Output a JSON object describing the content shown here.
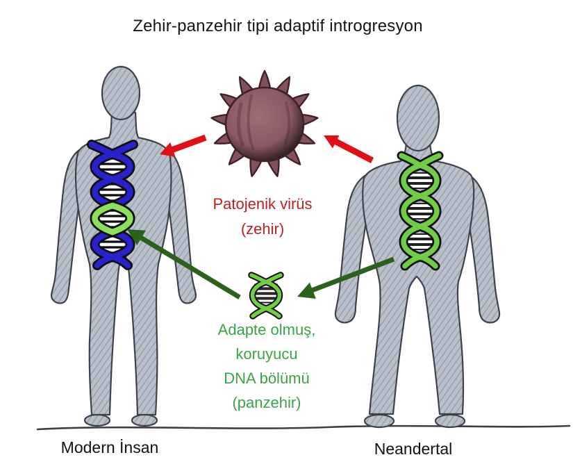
{
  "title": "Zehir-panzehir tipi adaptif introgresyon",
  "virus_label": {
    "line1": "Patojenik virüs",
    "line2": "(zehir)"
  },
  "dna_label": {
    "line1": "Adapte olmuş,",
    "line2": "koruyucu",
    "line3": "DNA bölümü",
    "line4": "(panzehir)"
  },
  "figure_labels": {
    "left": "Modern İnsan",
    "right": "Neandertal"
  },
  "icons": {
    "virus": "pathogenic-virus-icon",
    "small_dna": "protective-dna-segment-icon",
    "modern_dna": "modern-human-dna-helix-icon",
    "neandertal_dna": "neandertal-dna-helix-icon"
  },
  "colors": {
    "title_text": "#151515",
    "label_text": "#111111",
    "virus_text": "#be2026",
    "dna_text": "#3aa348",
    "arrow_red": "#e01114",
    "arrow_green": "#2c611c",
    "dna_blue": "#2722cc",
    "dna_green_light": "#8ce05c",
    "dna_green": "#6fce45",
    "virus_fill": "#8b5a64",
    "virus_stroke": "#3f2127",
    "figure_fill": "#bac1cb",
    "figure_stroke": "#3d4149",
    "ground": "#3f3f3f"
  }
}
